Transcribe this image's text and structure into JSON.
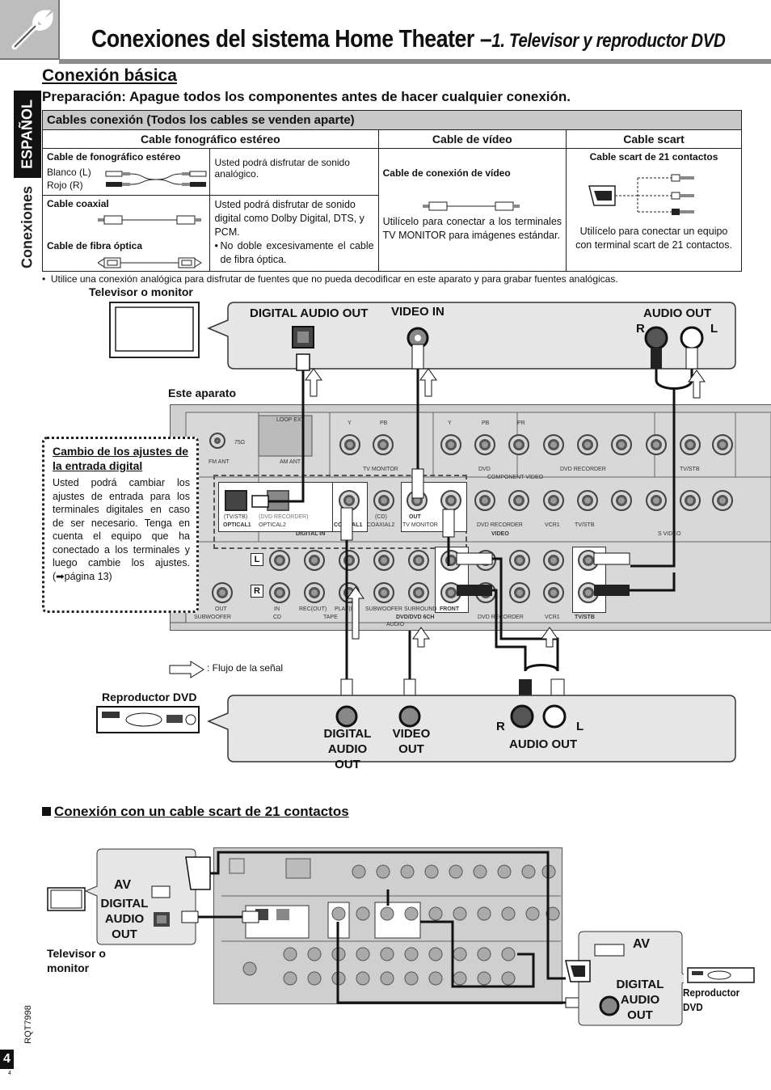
{
  "header": {
    "title_main": "Conexiones del sistema Home Theater –",
    "title_sub": "1. Televisor y reproductor DVD"
  },
  "side_tabs": {
    "language": "ESPAÑOL",
    "section": "Conexiones"
  },
  "basic": {
    "heading": "Conexión básica",
    "preparation": "Preparación: Apague todos los componentes antes de hacer cualquier conexión."
  },
  "cables_table": {
    "title": "Cables conexión (Todos los cables se venden aparte)",
    "col_stereo": "Cable fonográfico estéreo",
    "col_video": "Cable de vídeo",
    "col_scart": "Cable scart",
    "stereo_name": "Cable de fonográfico estéreo",
    "white_l": "Blanco (L)",
    "red_r": "Rojo     (R)",
    "stereo_desc": "Usted podrá disfrutar de sonido analógico.",
    "coax_name": "Cable coaxial",
    "optical_name": "Cable de fibra óptica",
    "digital_desc": "Usted podrá disfrutar de sonido digital como Dolby Digital, DTS, y PCM.",
    "digital_bullet": "No doble excesivamente el cable de fibra óptica.",
    "video_name": "Cable de conexión de vídeo",
    "video_desc": "Utilícelo para conectar a los terminales TV MONITOR para imágenes estándar.",
    "scart_name": "Cable scart de 21 contactos",
    "scart_desc": "Utilícelo para conectar un equipo con terminal scart de 21 contactos."
  },
  "note": "Utilice una conexión analógica para disfrutar de fuentes que no pueda decodificar en este aparato y para grabar fuentes analógicas.",
  "diagram1": {
    "tv_label": "Televisor o monitor",
    "tv_digital_out": "DIGITAL AUDIO OUT",
    "tv_video_in": "VIDEO IN",
    "tv_audio_out": "AUDIO OUT",
    "r": "R",
    "l": "L",
    "unit_label": "Este aparato",
    "signal_flow": ": Flujo de la señal",
    "dvd_label": "Reproductor DVD",
    "dvd_digital_out": "DIGITAL AUDIO OUT",
    "dvd_video_out": "VIDEO OUT",
    "dvd_audio_out": "AUDIO OUT",
    "receiver": {
      "fm_ant": "FM ANT",
      "am_ant": "AM ANT",
      "loop_ext": "LOOP   EXT",
      "ohm": "75Ω",
      "tv_monitor": "TV MONITOR",
      "dvd": "DVD",
      "dvd_recorder": "DVD RECORDER",
      "tv_stb": "TV/STB",
      "component_video": "COMPONENT VIDEO",
      "optical1": "OPTICAL1",
      "optical2": "OPTICAL2",
      "tvstb_paren": "(TV/STB)",
      "dvdrec_paren": "(DVD RECORDER)",
      "coaxial1": "COAXIAL1",
      "coaxial2": "COAXIAL2",
      "cd_paren": "(CD)",
      "digital_in": "DIGITAL IN",
      "video": "VIDEO",
      "vcr1": "VCR1",
      "s_video": "S VIDEO",
      "out": "OUT",
      "in": "IN",
      "subwoofer": "SUBWOOFER",
      "cd": "CD",
      "tape": "TAPE",
      "rec_out": "REC(OUT)",
      "play_in": "PLAY(IN)",
      "surround": "SURROUND",
      "front": "FRONT",
      "dvd_6ch": "DVD/DVD 6CH",
      "audio": "AUDIO",
      "l": "L",
      "r": "R",
      "y": "Y",
      "pb": "PB",
      "pr": "PR"
    }
  },
  "sidebox": {
    "title": "Cambio de los ajustes de la entrada digital",
    "body": "Usted podrá cambiar los ajustes de entrada para los terminales digitales en caso de ser necesario. Tenga en cuenta el equipo que ha conectado a los terminales y luego cambie los ajustes. (➡página 13)"
  },
  "scart_section": {
    "heading": "Conexión con un cable scart de 21 contactos",
    "av": "AV",
    "digital_audio_out": "DIGITAL AUDIO OUT",
    "tv_label": "Televisor o monitor",
    "dvd_label": "Reproductor DVD"
  },
  "footer": {
    "code": "RQT7998",
    "page": "4",
    "small_page": "4"
  }
}
